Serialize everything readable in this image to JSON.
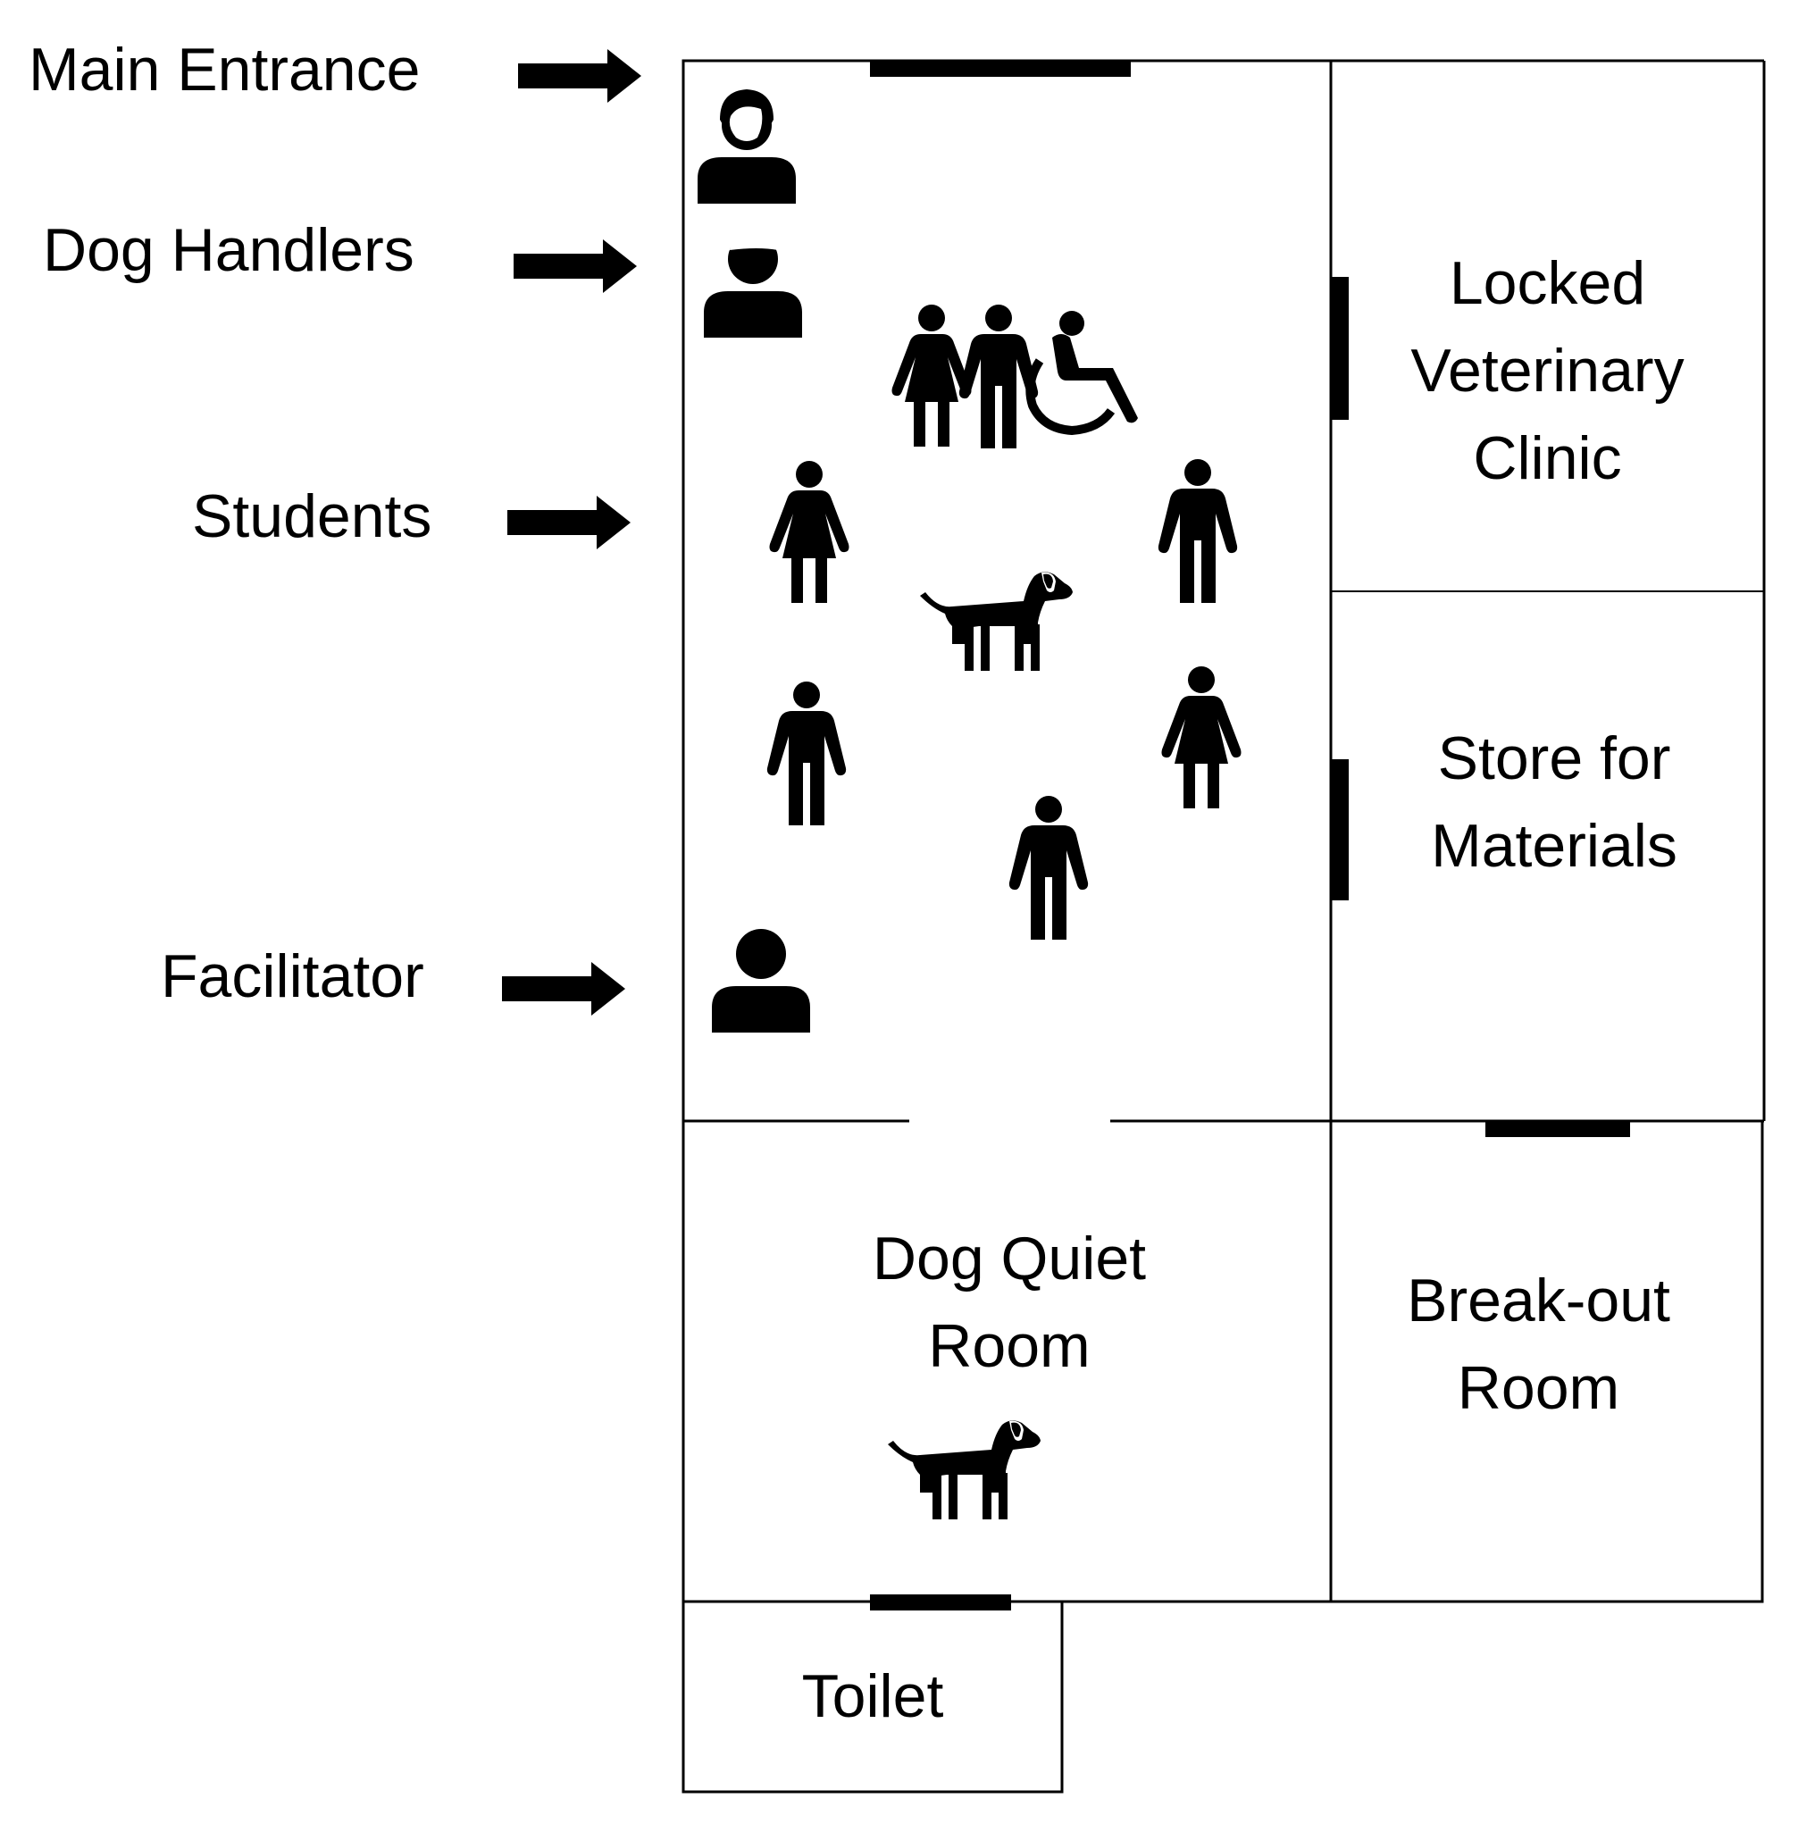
{
  "labels": {
    "main_entrance": "Main Entrance",
    "dog_handlers": "Dog Handlers",
    "students": "Students",
    "facilitator": "Facilitator"
  },
  "rooms": {
    "vet_clinic": [
      "Locked",
      "Veterinary",
      "Clinic"
    ],
    "store": [
      "Store for",
      "Materials"
    ],
    "dog_quiet": [
      "Dog Quiet",
      "Room"
    ],
    "breakout": [
      "Break-out",
      "Room"
    ],
    "toilet": "Toilet"
  },
  "icons": {
    "handler_1": "woman-avatar-icon",
    "handler_2": "man-avatar-icon",
    "facilitator": "person-avatar-icon",
    "student_woman": "woman-figure-icon",
    "student_man": "man-figure-icon",
    "student_wheelchair": "wheelchair-user-icon",
    "dog": "dog-icon"
  },
  "colors": {
    "ink": "#000000",
    "background": "#ffffff"
  }
}
